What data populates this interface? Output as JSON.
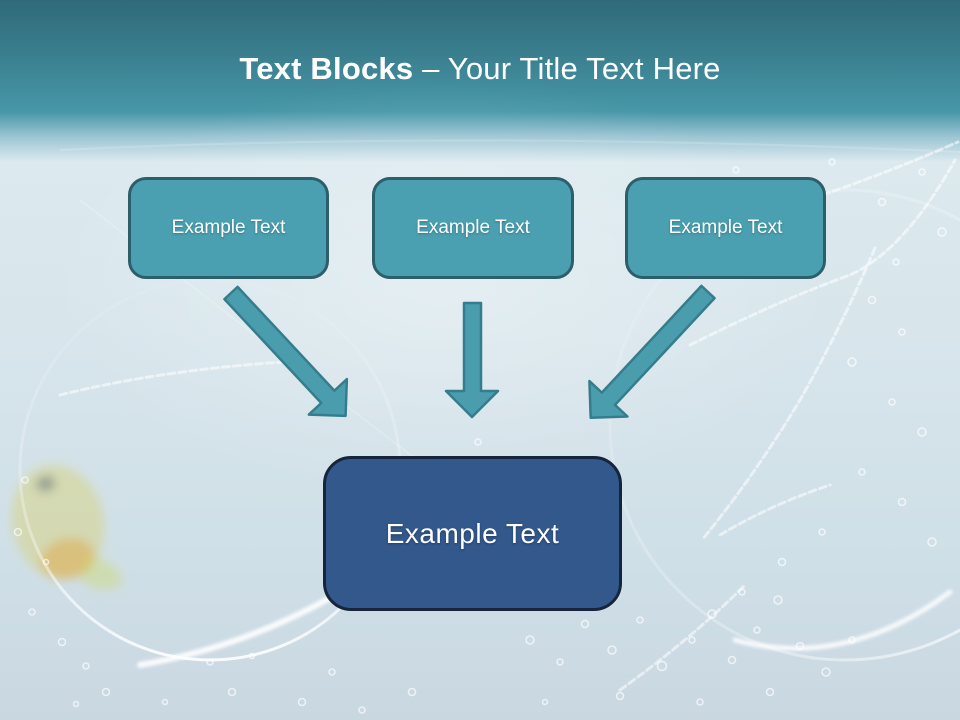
{
  "slide": {
    "title": {
      "emphasis": "Text Blocks",
      "remainder": " – Your Title Text Here"
    },
    "text_blocks": [
      {
        "label": "Example Text"
      },
      {
        "label": "Example Text"
      },
      {
        "label": "Example Text"
      }
    ],
    "result_block": {
      "label": "Example Text"
    }
  },
  "icons": {
    "left": "arrow-down-right-icon",
    "middle": "arrow-down-icon",
    "right": "arrow-down-left-icon"
  },
  "colors": {
    "header_teal_dark": "#2f6a79",
    "header_teal": "#4697a8",
    "background_light": "#d8e6ec",
    "block_fill": "#4aa0b0",
    "block_border": "#2d5f6b",
    "result_fill": "#33588c",
    "result_border": "#16253b",
    "arrow_fill": "#4a9dad",
    "arrow_stroke": "#357d8c",
    "title_text": "#ffffff",
    "block_text": "#ffffff"
  }
}
